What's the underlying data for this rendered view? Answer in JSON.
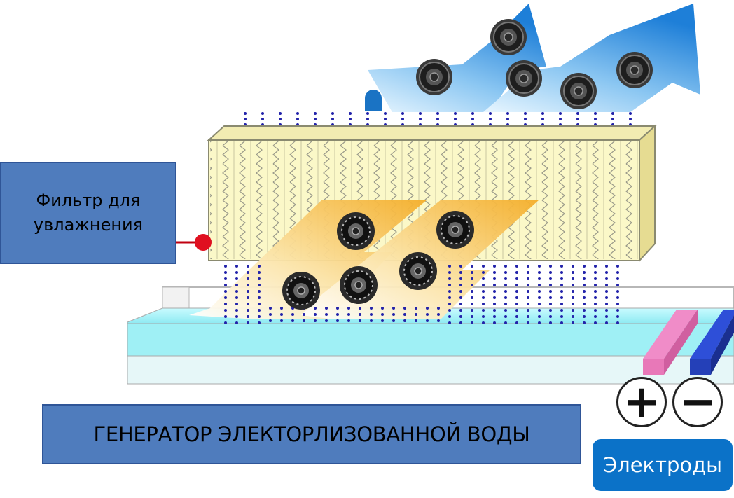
{
  "labels": {
    "filter": "Фильтр для\nувлажнения",
    "generator": "ГЕНЕРАТОР ЭЛЕКТОРЛИЗОВАННОЙ ВОДЫ",
    "electrodes": "Электроды"
  },
  "signs": {
    "plus": "+",
    "minus": "−"
  },
  "colors": {
    "label_fill": "#4f7cbd",
    "electrodes_fill": "#0b72c8",
    "water": "#9ff0f5",
    "filter": "#fbf8c8",
    "arrow_blue": "#2f8fe0",
    "arrow_orange": "#f6b83a",
    "dots": "#2222aa",
    "pointer_dot": "#e01020",
    "electrode_positive": "#f08cc8",
    "electrode_negative": "#2e4fd8"
  },
  "icons": {
    "particle": "ion-particle-icon",
    "pointer": "pointer-dot-icon"
  }
}
